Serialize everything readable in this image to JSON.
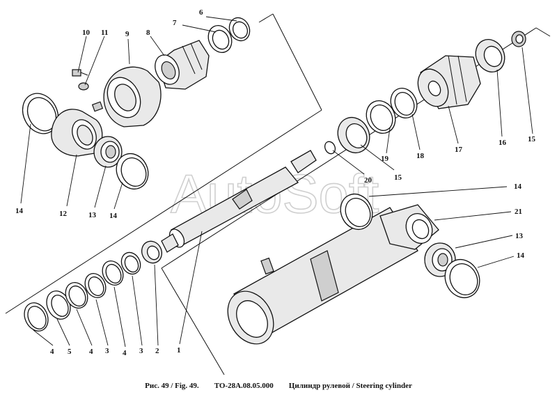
{
  "watermark": "AutoSoft",
  "caption": {
    "fig": "Рис. 49 / Fig. 49.",
    "code": "ТО-28А.08.05.000",
    "title": "Цилиндр рулевой / Steering cylinder"
  },
  "callouts": [
    {
      "id": "c10",
      "text": "10"
    },
    {
      "id": "c11",
      "text": "11"
    },
    {
      "id": "c9",
      "text": "9"
    },
    {
      "id": "c8",
      "text": "8"
    },
    {
      "id": "c7",
      "text": "7"
    },
    {
      "id": "c6",
      "text": "6"
    },
    {
      "id": "c14a",
      "text": "14"
    },
    {
      "id": "c12",
      "text": "12"
    },
    {
      "id": "c13a",
      "text": "13"
    },
    {
      "id": "c14b",
      "text": "14"
    },
    {
      "id": "c20",
      "text": "20"
    },
    {
      "id": "c15a",
      "text": "15"
    },
    {
      "id": "c19",
      "text": "19"
    },
    {
      "id": "c18",
      "text": "18"
    },
    {
      "id": "c17",
      "text": "17"
    },
    {
      "id": "c16",
      "text": "16"
    },
    {
      "id": "c15b",
      "text": "15"
    },
    {
      "id": "c14c",
      "text": "14"
    },
    {
      "id": "c21",
      "text": "21"
    },
    {
      "id": "c13b",
      "text": "13"
    },
    {
      "id": "c14d",
      "text": "14"
    },
    {
      "id": "c4a",
      "text": "4"
    },
    {
      "id": "c5",
      "text": "5"
    },
    {
      "id": "c4b",
      "text": "4"
    },
    {
      "id": "c3a",
      "text": "3"
    },
    {
      "id": "c4c",
      "text": "4"
    },
    {
      "id": "c3b",
      "text": "3"
    },
    {
      "id": "c2",
      "text": "2"
    },
    {
      "id": "c1",
      "text": "1"
    }
  ]
}
